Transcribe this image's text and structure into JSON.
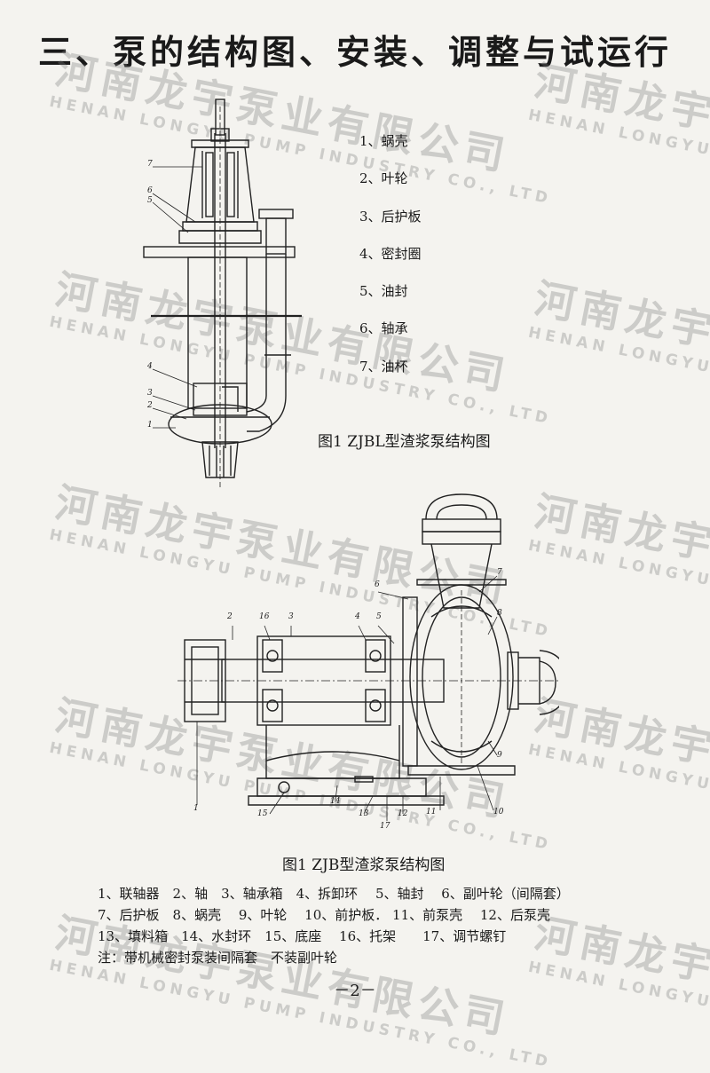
{
  "title": "三、泵的结构图、安装、调整与试运行",
  "watermark": {
    "cn": "河南龙宇泵业有限公司",
    "en": "HENAN LONGYU PUMP INDUSTRY CO., LTD"
  },
  "figure1": {
    "parts": [
      "1、蜗壳",
      "2、叶轮",
      "3、后护板",
      "4、密封圈",
      "5、油封",
      "6、轴承",
      "7、油杯"
    ],
    "caption": "图1  ZJBL型渣浆泵结构图",
    "callouts": [
      "7",
      "6",
      "5",
      "4",
      "3",
      "2",
      "1"
    ]
  },
  "figure2": {
    "caption": "图1  ZJB型渣浆泵结构图",
    "callouts": [
      "2",
      "16",
      "3",
      "4",
      "5",
      "6",
      "7",
      "8",
      "9",
      "10",
      "11",
      "12",
      "13",
      "14",
      "15",
      "1",
      "17"
    ],
    "legend": [
      "1、联轴器　2、轴　3、轴承箱　4、拆卸环　 5、轴封　 6、副叶轮（间隔套）",
      "7、后护板　8、蜗壳　 9、叶轮　 10、前护板． 11、前泵壳　 12、后泵壳",
      "13、填料箱　14、水封环　15、底座　 16、托架　　17、调节螺钉",
      "注：带机械密封泵装间隔套　不装副叶轮"
    ]
  },
  "page_number": "－2－"
}
